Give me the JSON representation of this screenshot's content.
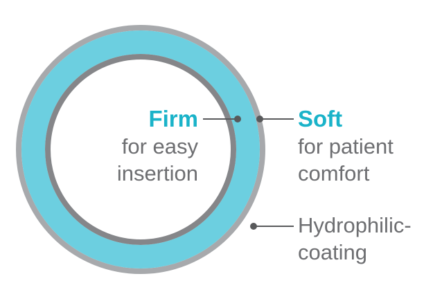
{
  "colors": {
    "accent": "#1ab3c9",
    "soft_layer": "#6ccfe0",
    "outer_coating": "#a7a9ac",
    "inner_ring": "#858689",
    "text_gray": "#6d6e71",
    "leader": "#58595b"
  },
  "labels": {
    "firm": {
      "heading": "Firm",
      "line1": "for easy",
      "line2": "insertion"
    },
    "soft": {
      "heading": "Soft",
      "line1": "for patient",
      "line2": "comfort"
    },
    "coating": {
      "line1": "Hydrophilic-",
      "line2": "coating"
    }
  }
}
